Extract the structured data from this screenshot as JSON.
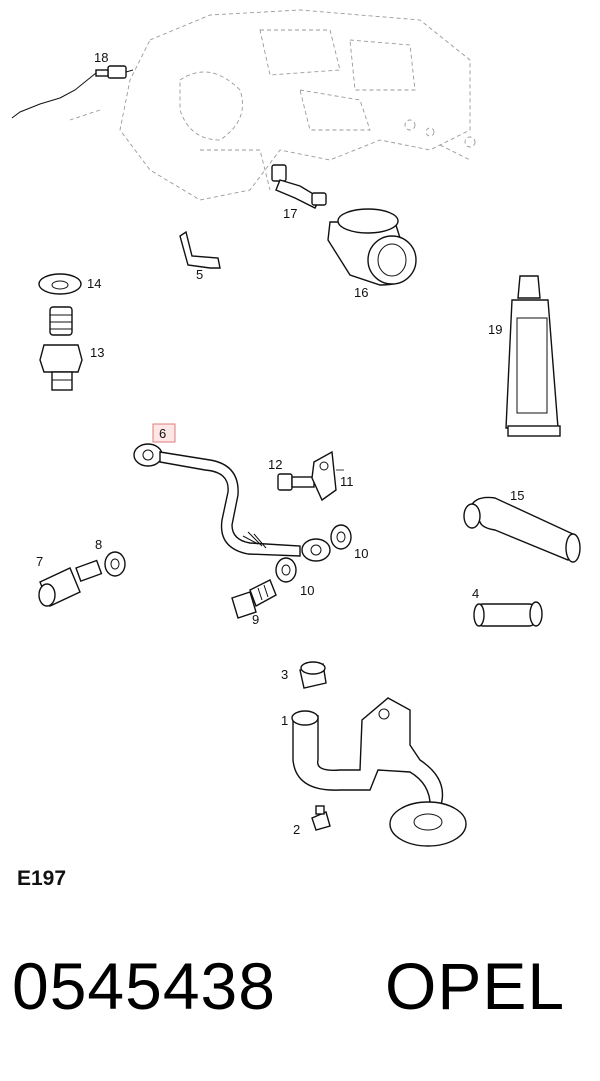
{
  "diagram": {
    "figure_code": "E197",
    "part_number": "0545438",
    "brand": "OPEL",
    "highlighted_callout": "6",
    "callouts": {
      "c1": "1",
      "c2": "2",
      "c3": "3",
      "c4": "4",
      "c5": "5",
      "c6": "6",
      "c7": "7",
      "c8": "8",
      "c9": "9",
      "c10a": "10",
      "c10b": "10",
      "c11": "11",
      "c12": "12",
      "c13": "13",
      "c14": "14",
      "c15": "15",
      "c16": "16",
      "c17": "17",
      "c18": "18",
      "c19": "19"
    },
    "colors": {
      "highlight": "#e07a7a",
      "highlight_fill": "#fde6e6",
      "ink": "#111111"
    }
  }
}
